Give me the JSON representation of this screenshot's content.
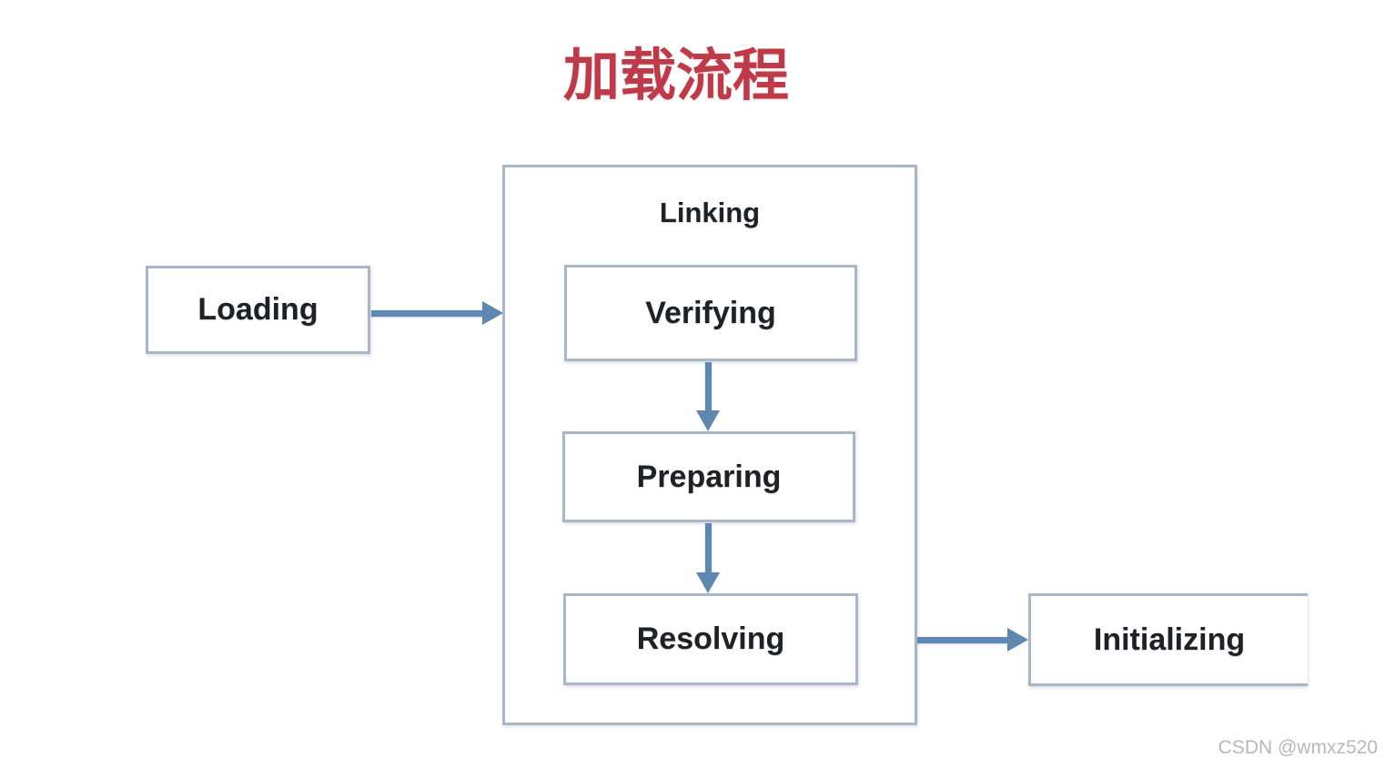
{
  "title": {
    "text": "加载流程",
    "color": "#bf3a48"
  },
  "diagram": {
    "nodes": [
      {
        "id": "loading",
        "label": "Loading"
      },
      {
        "id": "linking",
        "label": "Linking",
        "type": "container"
      },
      {
        "id": "verifying",
        "label": "Verifying",
        "parent": "linking"
      },
      {
        "id": "preparing",
        "label": "Preparing",
        "parent": "linking"
      },
      {
        "id": "resolving",
        "label": "Resolving",
        "parent": "linking"
      },
      {
        "id": "initializing",
        "label": "Initializing"
      }
    ],
    "edges": [
      {
        "from": "Loading",
        "to": "Linking",
        "direction": "right"
      },
      {
        "from": "Verifying",
        "to": "Preparing",
        "direction": "down"
      },
      {
        "from": "Preparing",
        "to": "Resolving",
        "direction": "down"
      },
      {
        "from": "Linking",
        "to": "Initializing",
        "direction": "right"
      }
    ],
    "colors": {
      "box_border": "#a9b6ca",
      "arrow": "#5e87b2",
      "label_text": "#1f2126",
      "background": "#ffffff"
    }
  },
  "watermark": {
    "text": "CSDN @wmxz520",
    "color": "#b8b8b8"
  }
}
